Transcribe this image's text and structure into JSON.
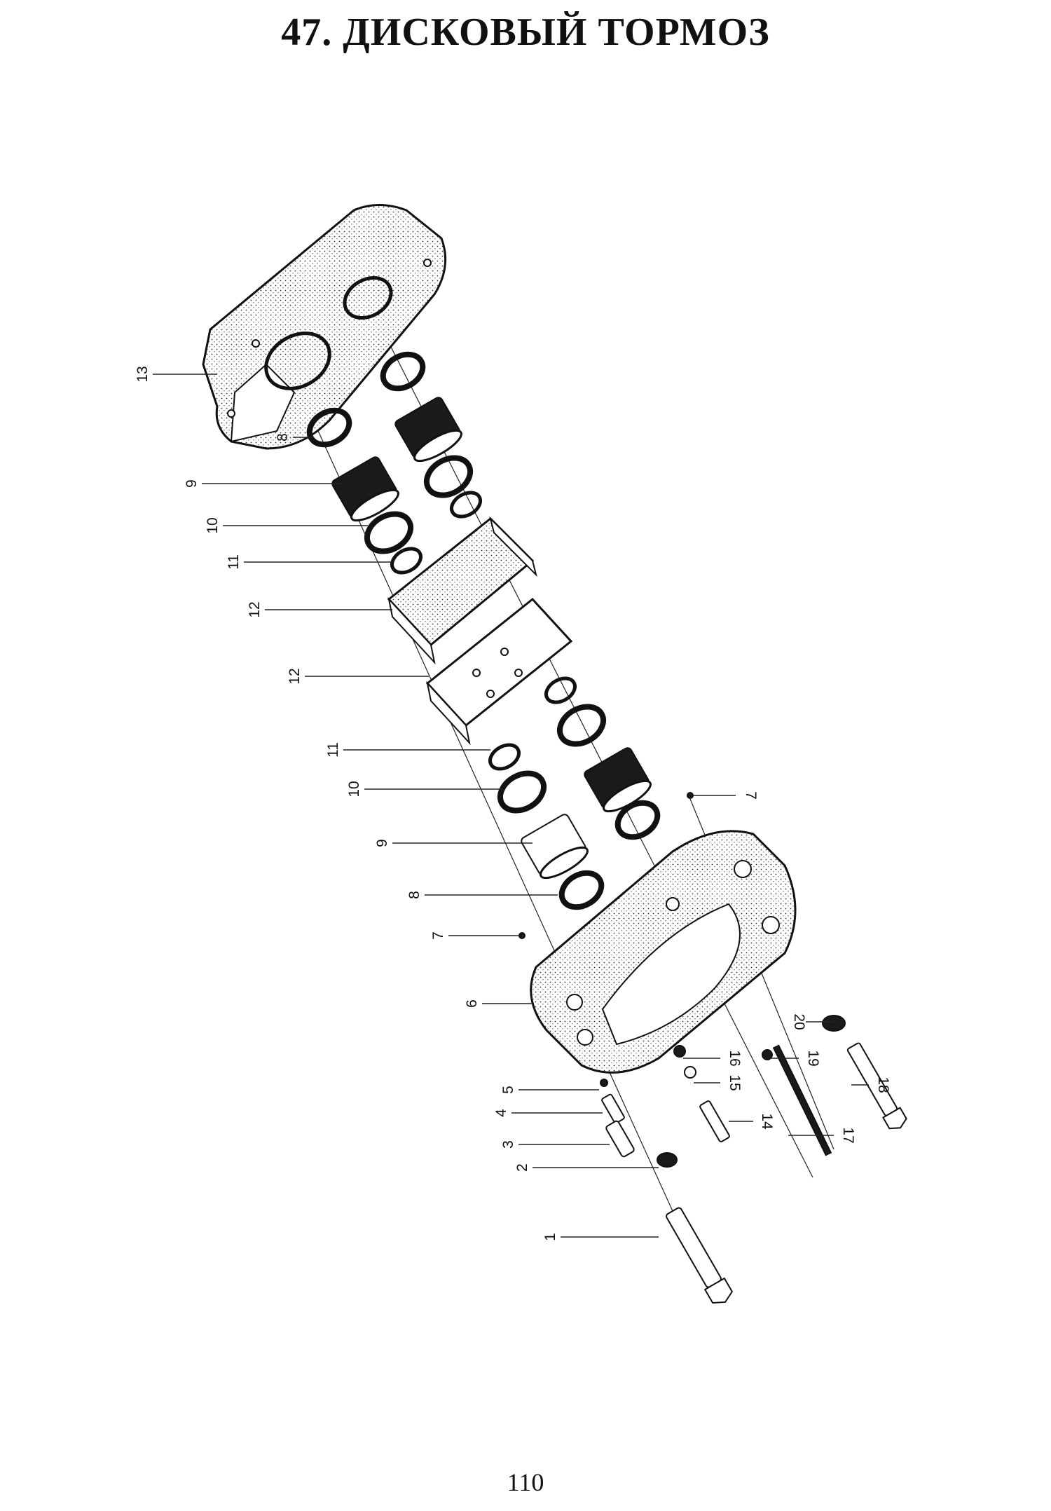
{
  "page": {
    "title": "47. ДИСКОВЫЙ ТОРМОЗ",
    "page_number": "110"
  },
  "callouts": [
    {
      "id": "c13",
      "label": "13"
    },
    {
      "id": "c8a",
      "label": "8"
    },
    {
      "id": "c9a",
      "label": "9"
    },
    {
      "id": "c10a",
      "label": "10"
    },
    {
      "id": "c11a",
      "label": "11"
    },
    {
      "id": "c12a",
      "label": "12"
    },
    {
      "id": "c12b",
      "label": "12"
    },
    {
      "id": "c11b",
      "label": "11"
    },
    {
      "id": "c10b",
      "label": "10"
    },
    {
      "id": "c9b",
      "label": "9"
    },
    {
      "id": "c8b",
      "label": "8"
    },
    {
      "id": "c7a",
      "label": "7"
    },
    {
      "id": "c7b",
      "label": "7"
    },
    {
      "id": "c6",
      "label": "6"
    },
    {
      "id": "c5",
      "label": "5"
    },
    {
      "id": "c4",
      "label": "4"
    },
    {
      "id": "c3",
      "label": "3"
    },
    {
      "id": "c2",
      "label": "2"
    },
    {
      "id": "c1",
      "label": "1"
    },
    {
      "id": "c16",
      "label": "16"
    },
    {
      "id": "c15",
      "label": "15"
    },
    {
      "id": "c14",
      "label": "14"
    },
    {
      "id": "c19",
      "label": "19"
    },
    {
      "id": "c17",
      "label": "17"
    },
    {
      "id": "c18",
      "label": "18"
    },
    {
      "id": "c20",
      "label": "20"
    }
  ]
}
